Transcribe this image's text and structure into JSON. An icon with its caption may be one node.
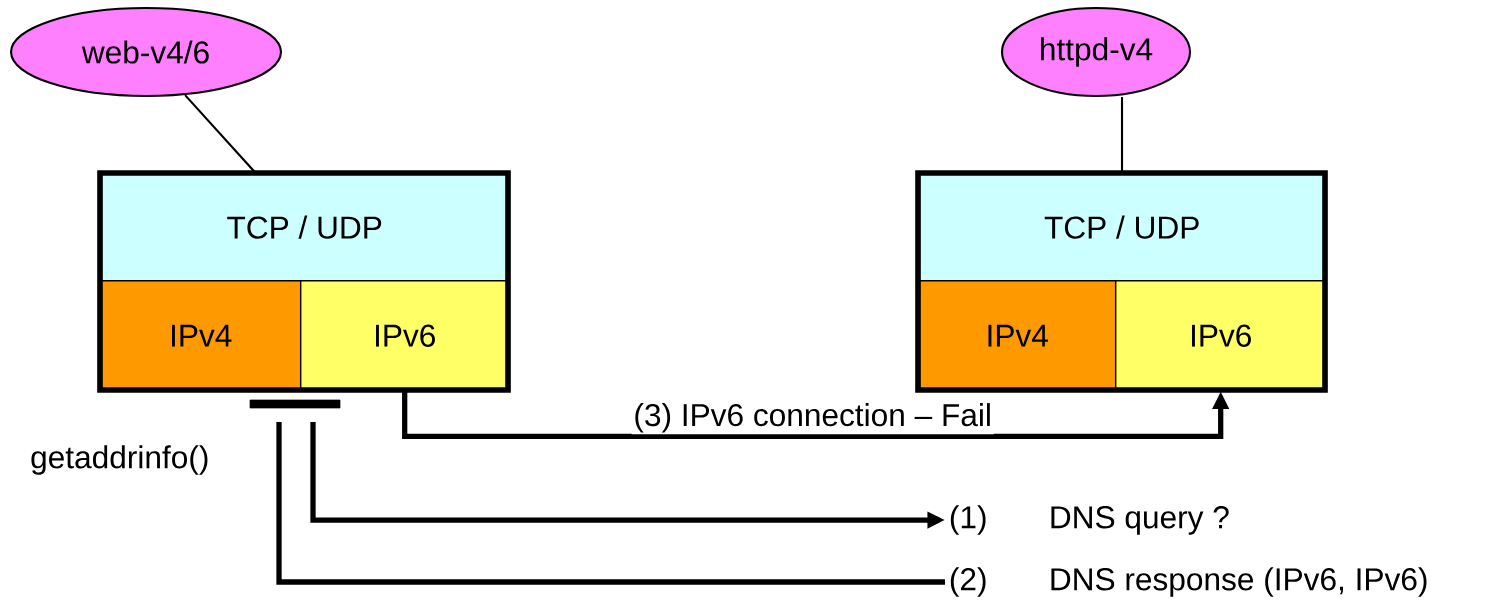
{
  "diagram": {
    "nodes": [
      {
        "text": [
          "web-v4/6"
        ]
      },
      {
        "text": [
          "httpd-v4"
        ]
      },
      {
        "text": [
          "TCP / UDP"
        ]
      },
      {
        "text": [
          "IPv4"
        ]
      },
      {
        "text": [
          "IPv6"
        ]
      },
      {
        "text": [
          "TCP / UDP"
        ]
      },
      {
        "text": [
          "IPv4"
        ]
      },
      {
        "text": [
          "IPv6"
        ]
      },
      {
        "text": [],
        "shape": "bar",
        "beside": [
          "getaddrinfo()"
        ]
      },
      {
        "text": [
          "(1)",
          "DNS query ?"
        ]
      },
      {
        "text": [
          "(2)",
          "DNS response (IPv6, IPv6)"
        ]
      }
    ],
    "edges": [
      {
        "from": 0,
        "to": 2,
        "arrow": "none"
      },
      {
        "from": 1,
        "to": 5,
        "arrow": "none"
      },
      {
        "from": 4,
        "to": 7,
        "arrow": "to",
        "label": "(3) IPv6 connection – Fail"
      },
      {
        "from": 8,
        "to": 9,
        "arrow": "to"
      },
      {
        "from": 8,
        "to": 10,
        "arrow": "none"
      }
    ]
  }
}
